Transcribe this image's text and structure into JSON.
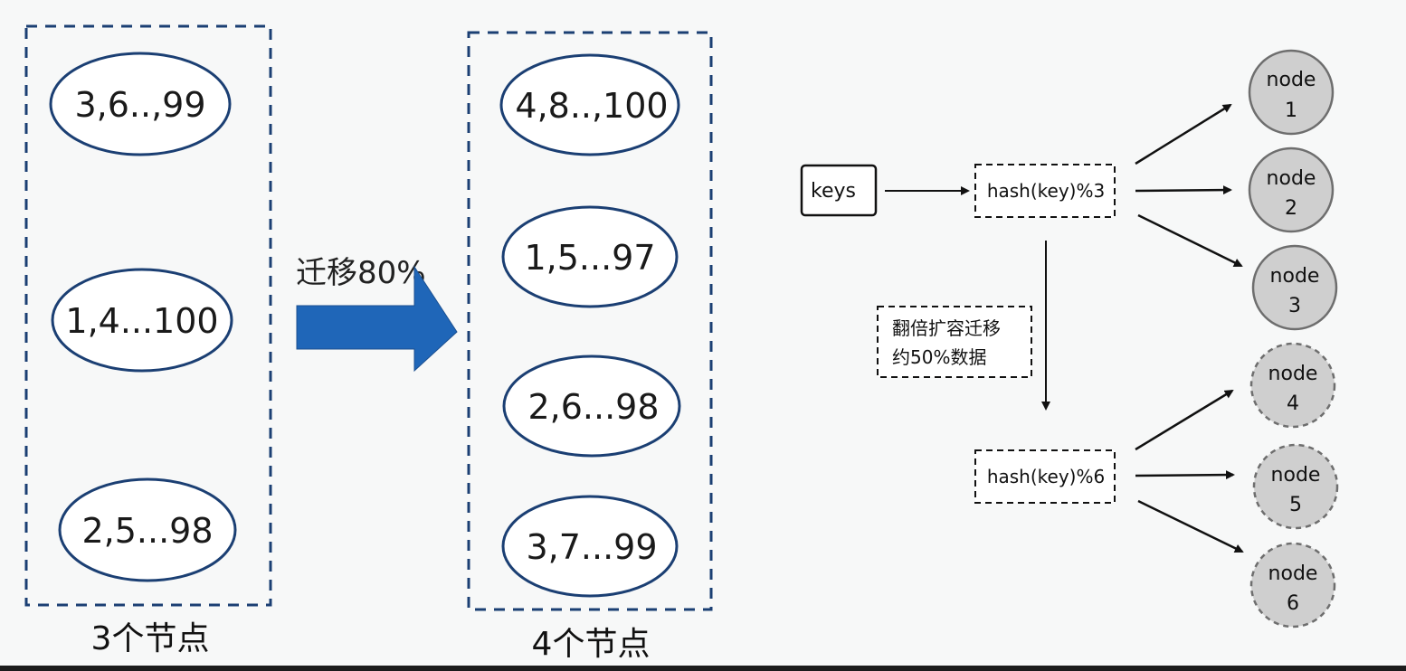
{
  "left_group": {
    "caption": "3个节点",
    "nodes": [
      "3,6..,99",
      "1,4...100",
      "2,5...98"
    ]
  },
  "migration_arrow": {
    "label": "迁移80%",
    "color": "#1f66b8"
  },
  "right_group": {
    "caption": "4个节点",
    "nodes": [
      "4,8..,100",
      "1,5...97",
      "2,6...98",
      "3,7...99"
    ]
  },
  "flow": {
    "keys_label": "keys",
    "hash3_label": "hash(key)%3",
    "hash6_label": "hash(key)%6",
    "note_lines": [
      "翻倍扩容迁移",
      "约50%数据"
    ],
    "nodes": [
      {
        "line1": "node",
        "line2": "1",
        "style": "solid"
      },
      {
        "line1": "node",
        "line2": "2",
        "style": "solid"
      },
      {
        "line1": "node",
        "line2": "3",
        "style": "solid"
      },
      {
        "line1": "node",
        "line2": "4",
        "style": "dashed"
      },
      {
        "line1": "node",
        "line2": "5",
        "style": "dashed"
      },
      {
        "line1": "node",
        "line2": "6",
        "style": "dashed"
      }
    ]
  },
  "colors": {
    "dark_blue": "#1b3f73",
    "node_fill": "#cfcfcf",
    "node_stroke": "#6e6e6e"
  }
}
